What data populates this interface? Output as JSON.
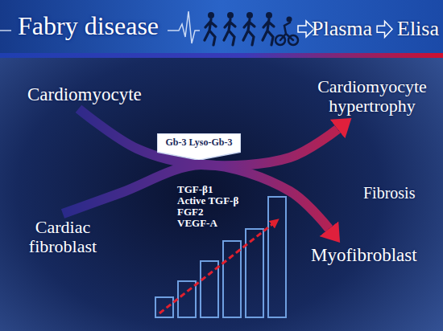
{
  "diagram": {
    "nodes": [
      {
        "text": [
          "Plasma"
        ]
      },
      {
        "text": [
          "Elisa"
        ]
      },
      {
        "text": [
          "Cardiomyocyte"
        ]
      },
      {
        "text": [
          "Cardiomyocyte hypertrophy"
        ]
      },
      {
        "text": [
          "Gb-3 Lyso-Gb-3"
        ]
      },
      {
        "text": [
          "Cardiac fibroblast"
        ]
      },
      {
        "text": [
          "Myofibroblast"
        ]
      }
    ],
    "edges": [
      {
        "from": 0,
        "to": 1,
        "arrow": "to"
      },
      {
        "from": 2,
        "to": 3,
        "arrow": "to"
      },
      {
        "from": 5,
        "to": 6,
        "arrow": "to"
      }
    ],
    "labels": [
      "Fabry disease",
      "TGF-β1",
      "Active TGF-β",
      "FGF2",
      "VEGF-A",
      "Fibrosis"
    ]
  }
}
